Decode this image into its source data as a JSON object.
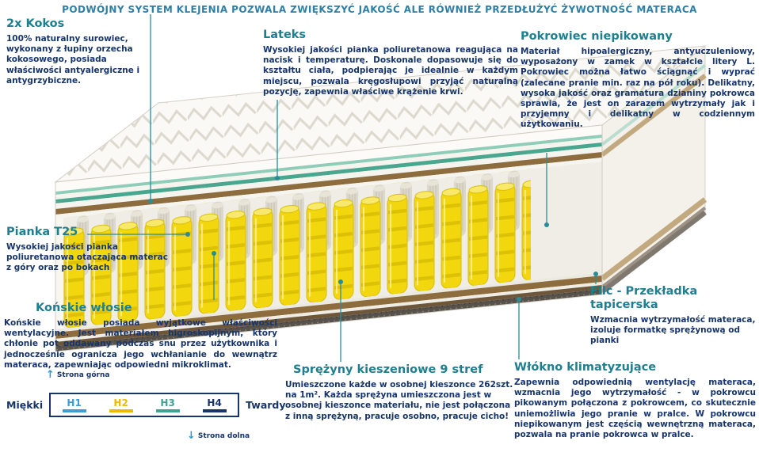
{
  "colors": {
    "header_blue": "#2e7fa6",
    "title_teal": "#1e7f90",
    "body_navy": "#17356b",
    "connector_teal": "#2a8c96",
    "spring_yellow": "#f2d70e",
    "arrow_blue": "#2a9ad2"
  },
  "header": {
    "title": "PODWÓJNY SYSTEM KLEJENIA POZWALA ZWIĘKSZYĆ JAKOŚĆ ALE RÓWNIEŻ PRZEDŁUŻYĆ ŻYWOTNOŚĆ MATERACA"
  },
  "annotations": {
    "kokos": {
      "title": "2x Kokos",
      "body": "100% naturalny surowiec, wykonany z łupiny orzecha kokosowego, posiada właściwości antyalergiczne i antygrzybiczne."
    },
    "lateks": {
      "title": "Lateks",
      "body": "Wysokiej jakości pianka poliuretanowa reagująca na nacisk i temperaturę. Doskonale dopasowuje się do kształtu ciała, podpierając je idealnie w każdym miejscu, pozwala kręgosłupowi przyjąć naturalną pozycję, zapewnia właściwe krążenie krwi."
    },
    "pokrowiec": {
      "title": "Pokrowiec niepikowany",
      "body": "Materiał hipoalergiczny, antyuczuleniowy, wyposażony w zamek w kształcie litery L. Pokrowiec można łatwo ściągnąć i wyprać (zalecane pranie min. raz na pół roku). Delikatny, wysoka jakość oraz gramatura dzianiny pokrowca sprawia, że jest on zarazem wytrzymały jak i przyjemny i delikatny w codziennym użytkowaniu."
    },
    "pianka": {
      "title": "Pianka T25",
      "body": "Wysokiej jakości pianka poliuretanowa otaczająca materac z góry oraz po bokach"
    },
    "konskie": {
      "title": "Końskie włosie",
      "body": "Końskie włosie posiada wyjątkowe właściwości wentylacyjne. Jest materiałem higroskopijnym, który chłonie pot oddawany podczas snu przez użytkownika i jednocześnie ogranicza jego wchłanianie do wewnątrz materaca, zapewniając odpowiedni mikroklimat."
    },
    "filc": {
      "title": "Filc - Przekładka tapicerska",
      "body": "Wzmacnia wytrzymałość materaca, izoluje formatkę sprężynową od pianki"
    },
    "wlokno": {
      "title": "Włókno klimatyzujące",
      "body": "Zapewnia odpowiednią wentylację materaca, wzmacnia jego wytrzymałość - w pokrowcu pikowanym połączona z pokrowcem, co skutecznie uniemożliwia jego pranie w pralce. W pokrowcu niepikowanym jest częścią wewnętrzną materaca, pozwala na pranie pokrowca w pralce."
    },
    "sprezyny": {
      "title": "Sprężyny kieszeniowe 9 stref",
      "body": "Umieszczone każde w osobnej kieszonce 262szt. na 1m². Każda sprężyna umieszczona jest w osobnej kieszonce materiału, nie jest połączona z inną sprężyną, pracuje osobno, pracuje cicho!"
    }
  },
  "scale": {
    "left_label": "Miękki",
    "right_label": "Twardy",
    "levels": [
      {
        "label": "H1",
        "color": "#3b9fd4"
      },
      {
        "label": "H2",
        "color": "#eeb900"
      },
      {
        "label": "H3",
        "color": "#3fa391"
      },
      {
        "label": "H4",
        "color": "#17356b"
      }
    ]
  },
  "orientation": {
    "top_label": "Strona górna",
    "bottom_label": "Strona dolna",
    "up_icon": "↑",
    "down_icon": "↓"
  }
}
